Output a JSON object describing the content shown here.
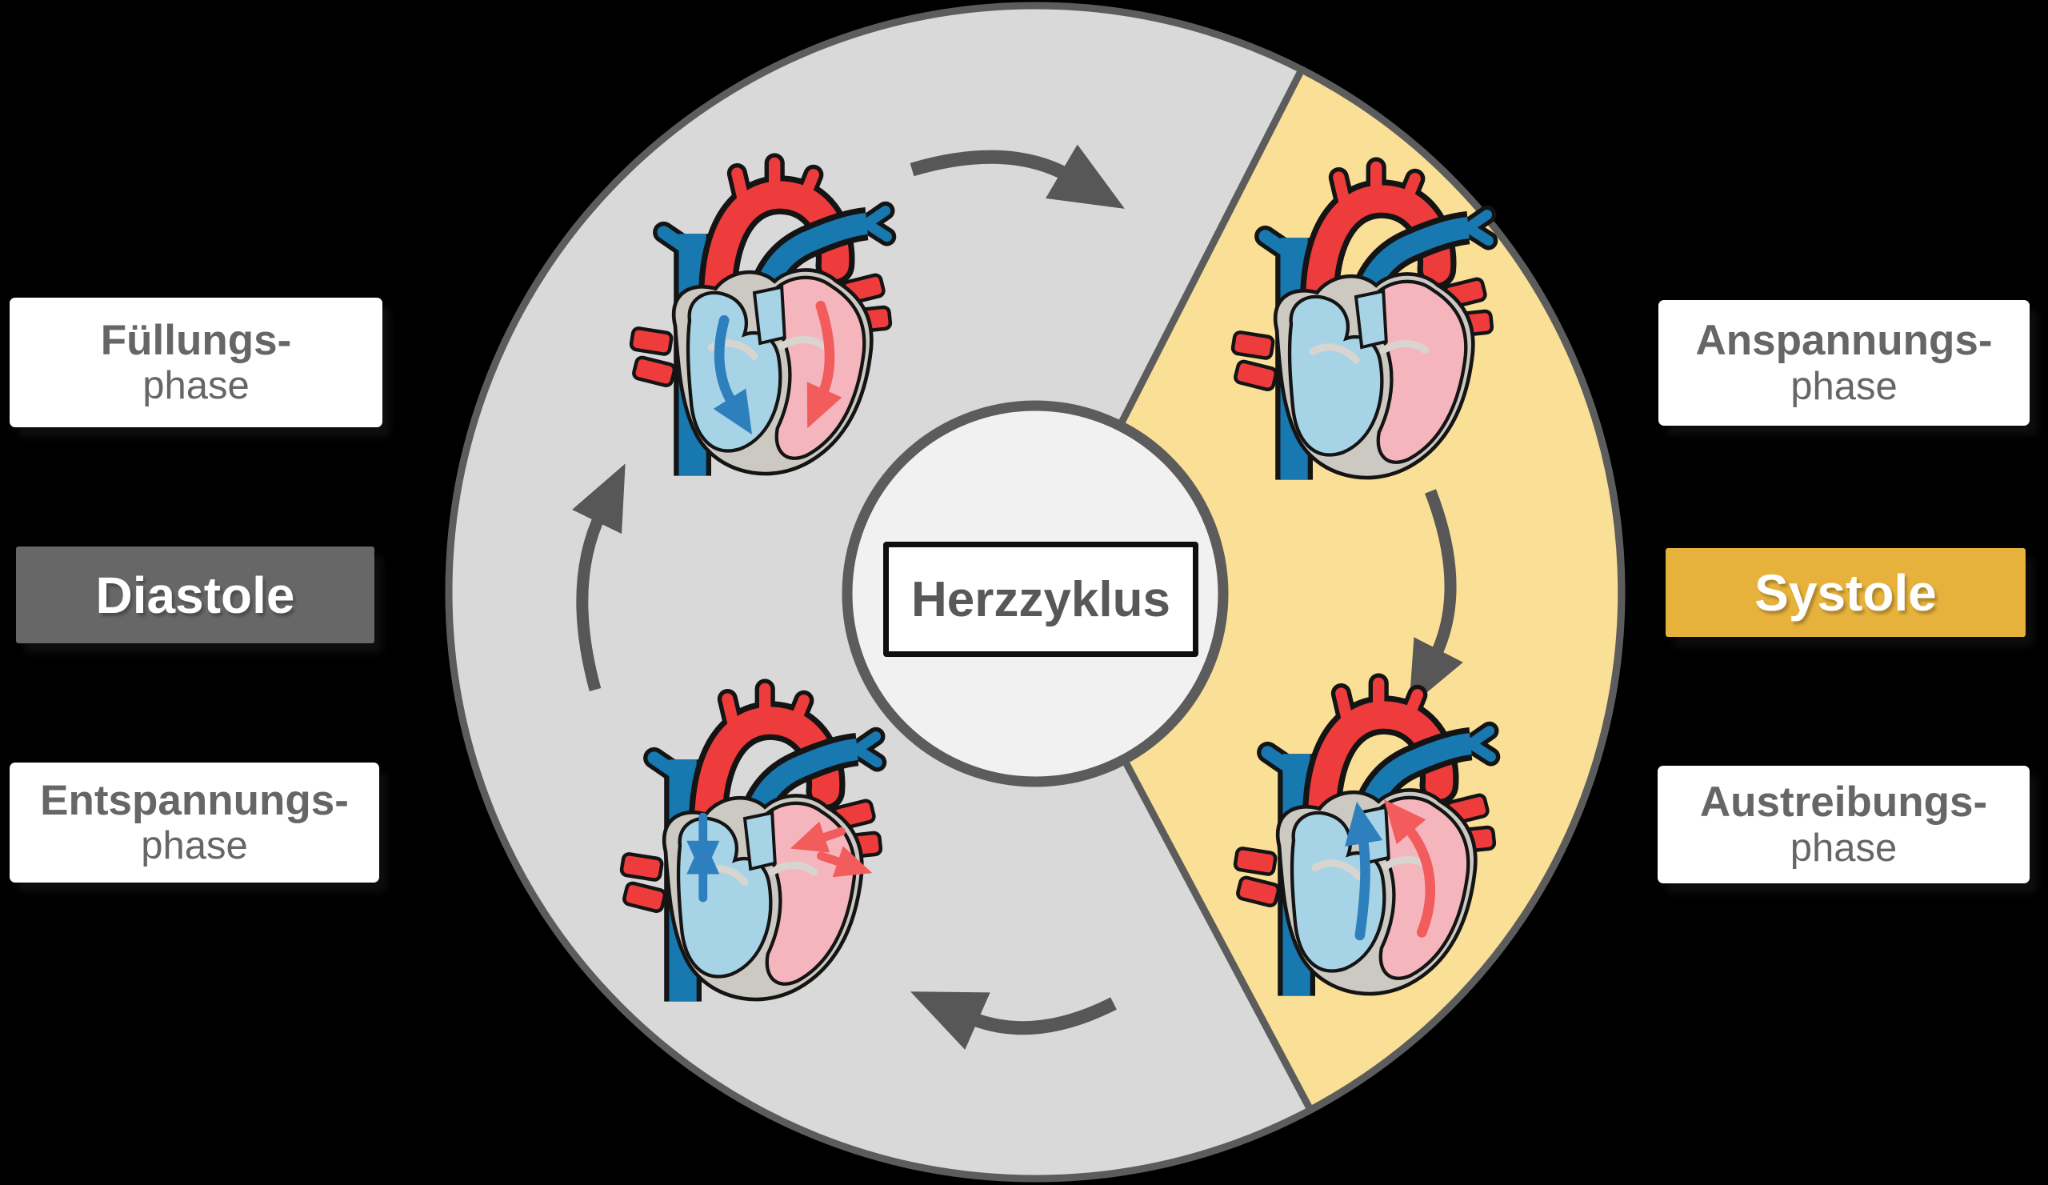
{
  "center": {
    "title": "Herzzyklus"
  },
  "left_column": {
    "phase_top": {
      "line1": "Füllungs-",
      "line2": "phase"
    },
    "tag": "Diastole",
    "phase_bottom": {
      "line1": "Entspannungs-",
      "line2": "phase"
    }
  },
  "right_column": {
    "phase_top": {
      "line1": "Anspannungs-",
      "line2": "phase"
    },
    "tag": "Systole",
    "phase_bottom": {
      "line1": "Austreibungs-",
      "line2": "phase"
    }
  },
  "colors": {
    "background": "#000000",
    "segment_diastole": "#D9D9D9",
    "segment_systole": "#F9E096",
    "rim": "#5C5C5C",
    "center_circle_fill": "#F1F1F1",
    "arrow": "#575757",
    "label_box_bg": "#FFFFFF",
    "label_text": "#666666",
    "tag_diastole_bg": "#676767",
    "tag_systole_bg": "#E6B23C",
    "tag_text": "#FFFFFF",
    "title_text": "#58585A",
    "heart_red": "#EE3B3B",
    "heart_blue": "#1878B0",
    "heart_light_blue": "#A6D3E6",
    "heart_pink": "#F4B6BC",
    "heart_wall": "#CCC8C2",
    "heart_outline": "#141414",
    "flow_blue": "#2E7FBE",
    "flow_red": "#F25C5C"
  }
}
